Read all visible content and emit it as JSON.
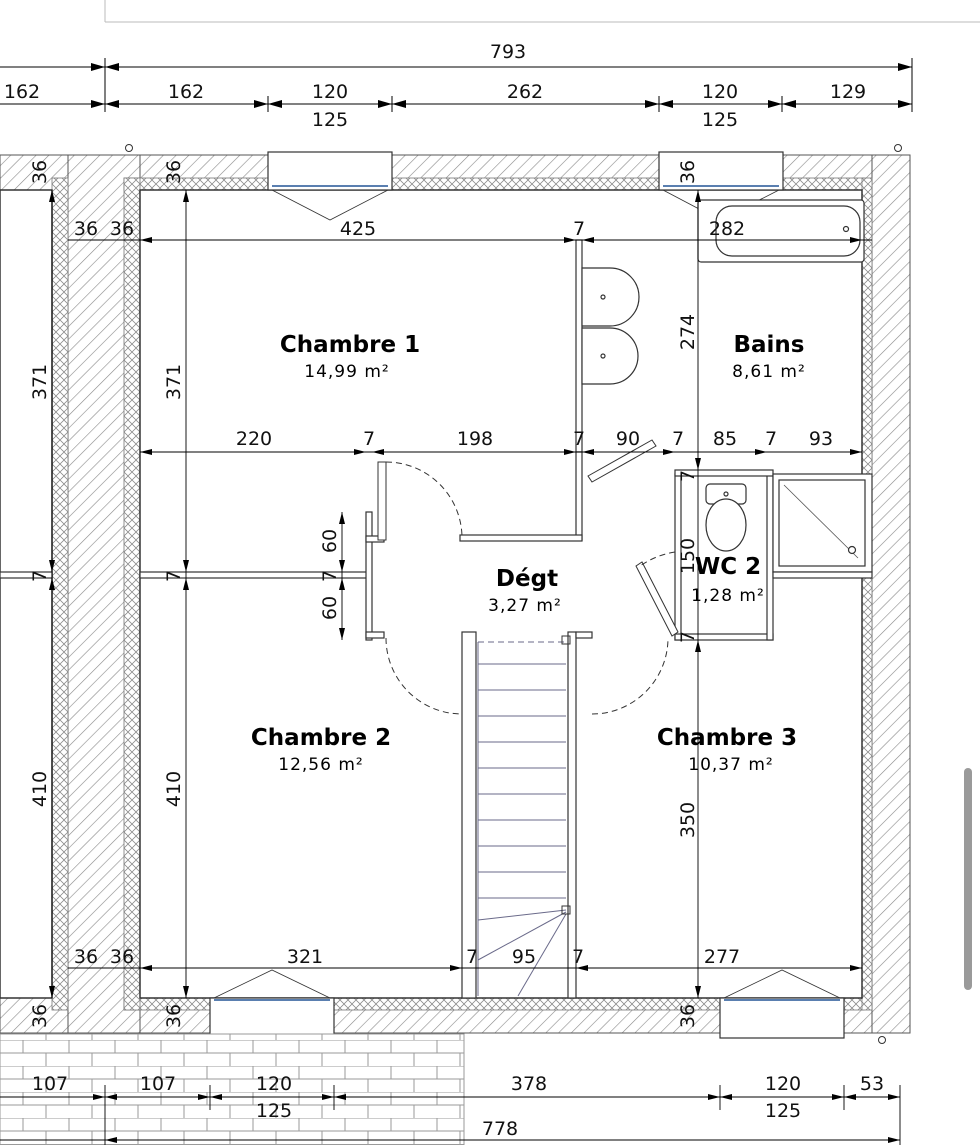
{
  "plan": {
    "rooms": [
      {
        "id": "chambre-1",
        "name": "Chambre 1",
        "area": "14,99 m²"
      },
      {
        "id": "bains",
        "name": "Bains",
        "area": "8,61 m²"
      },
      {
        "id": "degt",
        "name": "Dégt",
        "area": "3,27 m²"
      },
      {
        "id": "wc-2",
        "name": "WC 2",
        "area": "1,28 m²"
      },
      {
        "id": "chambre-2",
        "name": "Chambre 2",
        "area": "12,56 m²"
      },
      {
        "id": "chambre-3",
        "name": "Chambre 3",
        "area": "10,37 m²"
      }
    ],
    "top_dimensions": {
      "total": "793",
      "segments": [
        "162",
        "162",
        "120",
        "262",
        "120",
        "129"
      ],
      "window_widths": [
        "125",
        "125"
      ]
    },
    "interior_dimensions": {
      "top_row": [
        "36",
        "36",
        "425",
        "7",
        "282"
      ],
      "middle_row": [
        "220",
        "7",
        "198",
        "7",
        "90",
        "7",
        "85",
        "7",
        "93"
      ],
      "bottom_row": [
        "36",
        "36",
        "321",
        "7",
        "95",
        "7",
        "277"
      ],
      "wall_labels": [
        "36",
        "36",
        "36",
        "36",
        "36",
        "36"
      ],
      "vertical": [
        "371",
        "371",
        "274",
        "7",
        "7",
        "7",
        "7",
        "60",
        "60",
        "150",
        "7",
        "410",
        "410",
        "350"
      ]
    },
    "bottom_dimensions": {
      "segments": [
        "107",
        "107",
        "120",
        "378",
        "120",
        "53"
      ],
      "window_widths": [
        "125",
        "125"
      ],
      "total": "778"
    }
  }
}
